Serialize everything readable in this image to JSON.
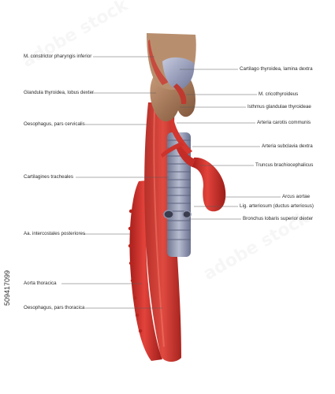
{
  "labels_left": [
    "M. constrictor pharyngis inferior",
    "Glandula thyroidea, lobus dexter",
    "Oesophagus, pars cervicalis",
    "Cartilagines tracheales",
    "Aa. intercostales posteriores",
    "Aorta thoracica",
    "Oesophagus, pars thoracica"
  ],
  "labels_right": [
    "Cartilago thyroidea, lamina dextra",
    "M. cricothyroideus",
    "Isthmus glandulae thyroideae",
    "Arteria carotis communis",
    "Arteria subclavia dextra",
    "Truncus brachiocephalicus",
    "Arcus aortae",
    "Lig. arteriosum (ductus arteriosus)",
    "Bronchus lobaris superior dexter"
  ],
  "stock_id": "509417099",
  "watermark": "adobe stock",
  "colors": {
    "artery": "#d8322c",
    "muscle": "#c23a33",
    "cartilage": "#9aa0b8",
    "thyroid": "#a9785a",
    "leader": "#555555"
  }
}
